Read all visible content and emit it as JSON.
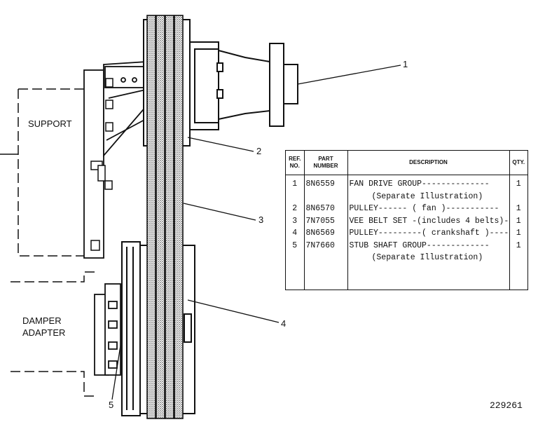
{
  "labels": {
    "support": "SUPPORT",
    "damper_line1": "DAMPER",
    "damper_line2": "ADAPTER"
  },
  "callouts": [
    "1",
    "2",
    "3",
    "4",
    "5"
  ],
  "table": {
    "headers": {
      "ref_line1": "REF.",
      "ref_line2": "NO.",
      "part_line1": "PART",
      "part_line2": "NUMBER",
      "description": "DESCRIPTION",
      "qty": "QTY."
    },
    "rows": [
      {
        "ref": "1",
        "part": "8N6559",
        "desc": "FAN DRIVE GROUP--------------",
        "desc2": "(Separate Illustration)",
        "qty": "1"
      },
      {
        "ref": "2",
        "part": "8N6570",
        "desc": "PULLEY------ ( fan )-----------",
        "qty": "1"
      },
      {
        "ref": "3",
        "part": "7N7055",
        "desc": "VEE BELT SET -(includes 4 belts)---",
        "qty": "1"
      },
      {
        "ref": "4",
        "part": "8N6569",
        "desc": "PULLEY---------( crankshaft )----",
        "qty": "1"
      },
      {
        "ref": "5",
        "part": "7N7660",
        "desc": "STUB SHAFT GROUP-------------",
        "desc2": "(Separate Illustration)",
        "qty": "1"
      }
    ]
  },
  "drawing_number": "229261"
}
